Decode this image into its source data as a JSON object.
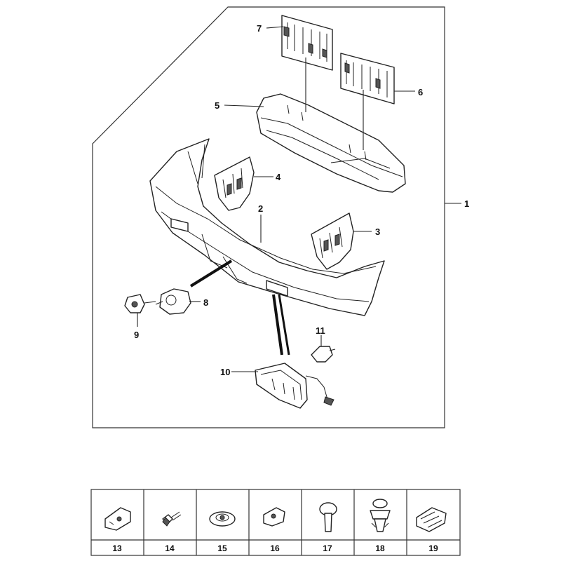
{
  "diagram": {
    "callouts": [
      {
        "id": "part-1",
        "label": "1"
      },
      {
        "id": "part-2",
        "label": "2"
      },
      {
        "id": "part-3",
        "label": "3"
      },
      {
        "id": "part-4",
        "label": "4"
      },
      {
        "id": "part-5",
        "label": "5"
      },
      {
        "id": "part-6",
        "label": "6"
      },
      {
        "id": "part-7",
        "label": "7"
      },
      {
        "id": "part-8",
        "label": "8"
      },
      {
        "id": "part-9",
        "label": "9"
      },
      {
        "id": "part-10",
        "label": "10"
      },
      {
        "id": "part-11",
        "label": "11"
      }
    ],
    "fasteners": [
      {
        "label": "13",
        "icon": "clip-nut-icon"
      },
      {
        "label": "14",
        "icon": "screw-icon"
      },
      {
        "label": "15",
        "icon": "push-nut-icon"
      },
      {
        "label": "16",
        "icon": "clip-icon"
      },
      {
        "label": "17",
        "icon": "rivet-icon"
      },
      {
        "label": "18",
        "icon": "push-clip-icon"
      },
      {
        "label": "19",
        "icon": "spring-clip-icon"
      }
    ]
  }
}
